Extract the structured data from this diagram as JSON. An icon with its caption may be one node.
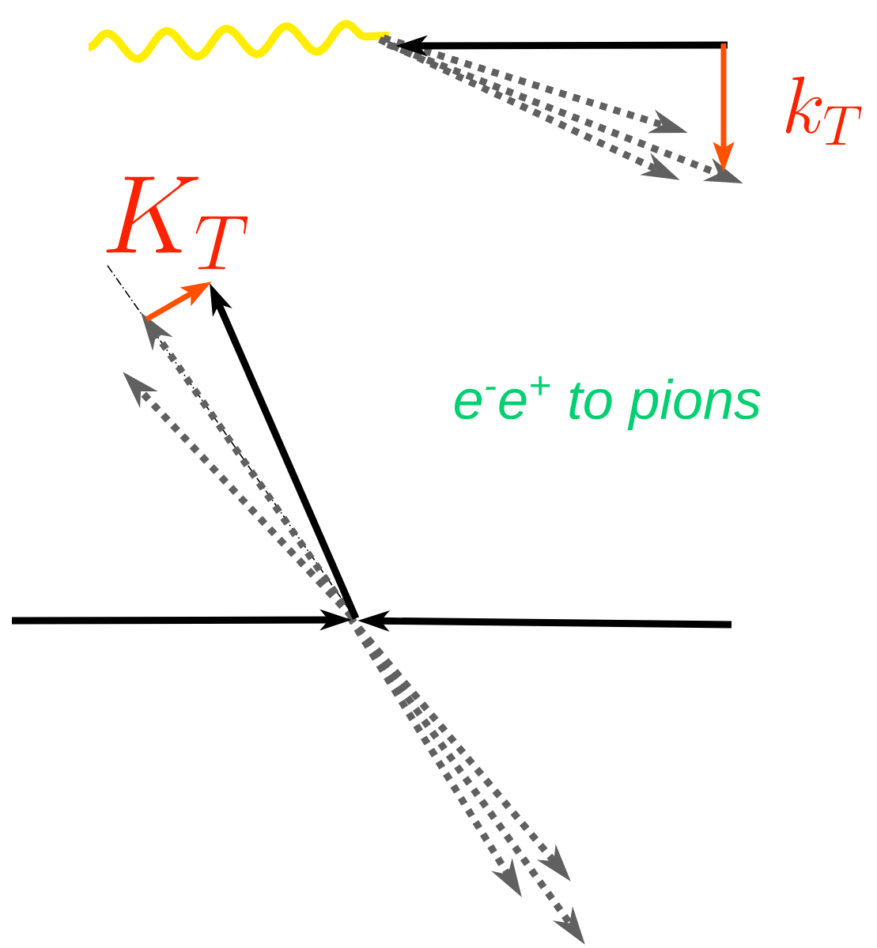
{
  "diagram": {
    "labels": [
      "k_T",
      "K_T",
      "e$^{-}$e$^{+}$ to pions"
    ]
  }
}
